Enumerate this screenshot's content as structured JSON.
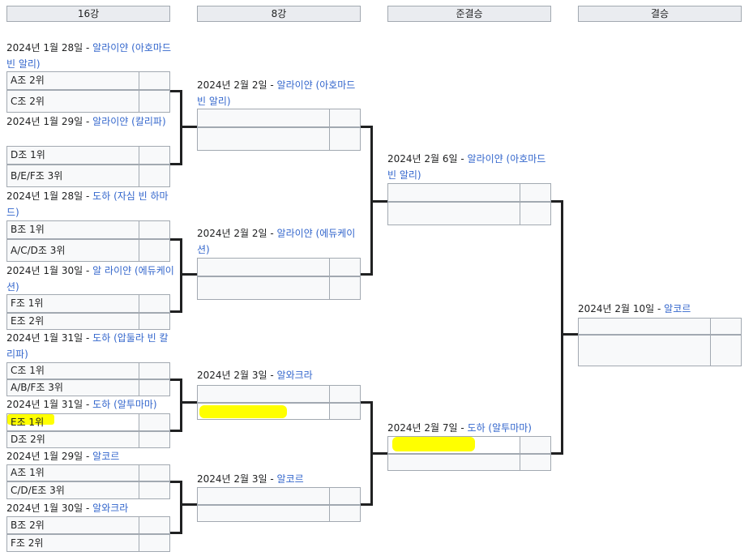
{
  "rounds": [
    "16강",
    "8강",
    "준결승",
    "결승"
  ],
  "r16": [
    {
      "date": "2024년 1월 28일",
      "venue": "알라이얀 (아호마드 빈 알리)",
      "teams": [
        "A조 2위",
        "C조 2위"
      ]
    },
    {
      "date": "2024년 1월 29일",
      "venue": "알라이얀 (칼리파)",
      "teams": [
        "D조 1위",
        "B/E/F조 3위"
      ]
    },
    {
      "date": "2024년 1월 28일",
      "venue": "도하 (자심 빈 하마드)",
      "teams": [
        "B조 1위",
        "A/C/D조 3위"
      ]
    },
    {
      "date": "2024년 1월 30일",
      "venue": "알 라이얀 (에듀케이션)",
      "teams": [
        "F조 1위",
        "E조 2위"
      ]
    },
    {
      "date": "2024년 1월 31일",
      "venue": "도하 (압둘라 빈 칼리파)",
      "teams": [
        "C조 1위",
        "A/B/F조 3위"
      ]
    },
    {
      "date": "2024년 1월 31일",
      "venue": "도하 (알투마마)",
      "teams": [
        "E조 1위",
        "D조 2위"
      ]
    },
    {
      "date": "2024년 1월 29일",
      "venue": "알코르",
      "teams": [
        "A조 1위",
        "C/D/E조 3위"
      ]
    },
    {
      "date": "2024년 1월 30일",
      "venue": "알와크라",
      "teams": [
        "B조 2위",
        "F조 2위"
      ]
    }
  ],
  "qf": [
    {
      "date": "2024년 2월 2일",
      "venue": "알라이얀 (아호마드 빈 알리)"
    },
    {
      "date": "2024년 2월 2일",
      "venue": "알라이얀 (에듀케이션)"
    },
    {
      "date": "2024년 2월 3일",
      "venue": "알와크라"
    },
    {
      "date": "2024년 2월 3일",
      "venue": "알코르"
    }
  ],
  "sf": [
    {
      "date": "2024년 2월 6일",
      "venue": "알라이얀 (아호마드 빈 알리)"
    },
    {
      "date": "2024년 2월 7일",
      "venue": "도하 (알투마마)"
    }
  ],
  "final": {
    "date": "2024년 2월 10일",
    "venue": "알코르"
  }
}
